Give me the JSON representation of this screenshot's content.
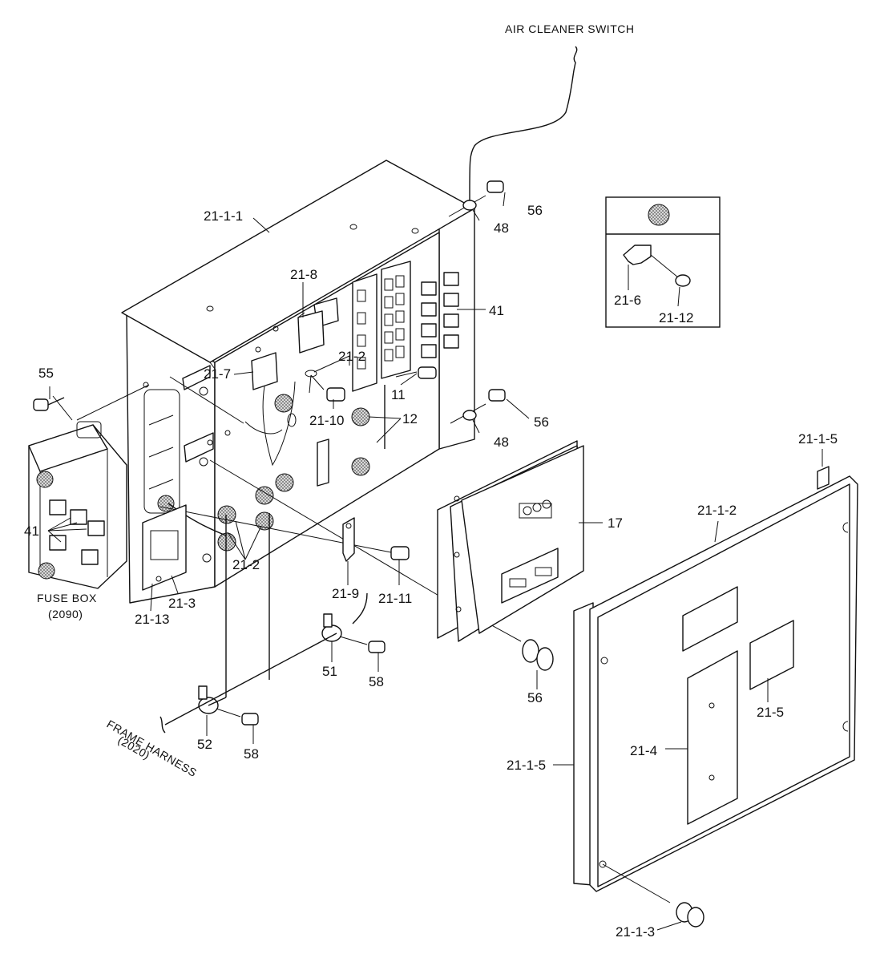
{
  "caption_top": "AIR CLEANER SWITCH",
  "caption_fuse_box": "FUSE BOX",
  "caption_fuse_box_ref": "(2090)",
  "caption_frame_harness": "FRAME HARNESS",
  "caption_frame_harness_ref": "(2020)",
  "labels": {
    "l_21_1_1": "21-1-1",
    "l_21_8": "21-8",
    "l_21_2_a": "21-2",
    "l_21_7": "21-7",
    "l_11": "11",
    "l_21_10": "21-10",
    "l_12": "12",
    "l_41_a": "41",
    "l_56_a": "56",
    "l_48_a": "48",
    "l_56_b": "56",
    "l_48_b": "48",
    "l_55": "55",
    "l_41_b": "41",
    "l_21_2_b": "21-2",
    "l_21_3": "21-3",
    "l_21_13": "21-13",
    "l_21_9": "21-9",
    "l_21_11": "21-11",
    "l_17": "17",
    "l_51": "51",
    "l_58_a": "58",
    "l_56_c": "56",
    "l_52": "52",
    "l_58_b": "58",
    "l_21_6": "21-6",
    "l_21_12": "21-12",
    "l_21_1_5_a": "21-1-5",
    "l_21_1_2": "21-1-2",
    "l_21_5": "21-5",
    "l_21_4": "21-4",
    "l_21_1_5_b": "21-1-5",
    "l_21_1_3": "21-1-3"
  }
}
